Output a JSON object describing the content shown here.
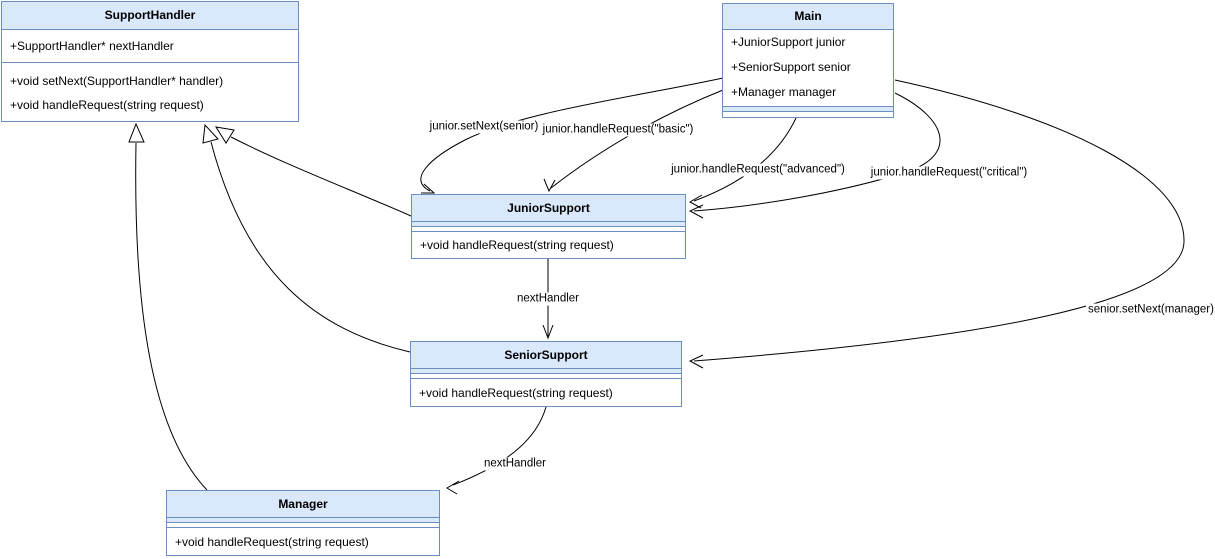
{
  "diagram": {
    "classes": {
      "supportHandler": {
        "title": "SupportHandler",
        "attributes": [
          "+SupportHandler* nextHandler"
        ],
        "methods": [
          "+void setNext(SupportHandler* handler)",
          "+void handleRequest(string request)"
        ]
      },
      "main": {
        "title": "Main",
        "attributes": [
          "+JuniorSupport junior",
          "+SeniorSupport senior",
          "+Manager manager"
        ],
        "methods": []
      },
      "juniorSupport": {
        "title": "JuniorSupport",
        "attributes": [],
        "methods": [
          "+void handleRequest(string request)"
        ]
      },
      "seniorSupport": {
        "title": "SeniorSupport",
        "attributes": [],
        "methods": [
          "+void handleRequest(string request)"
        ]
      },
      "manager": {
        "title": "Manager",
        "attributes": [],
        "methods": [
          "+void handleRequest(string request)"
        ]
      }
    },
    "edge_labels": {
      "junior_setnext": "junior.setNext(senior)",
      "junior_basic": "junior.handleRequest(\"basic\")",
      "junior_advanced": "junior.handleRequest(\"advanced\")",
      "junior_critical": "junior.handleRequest(\"critical\")",
      "senior_setnext": "senior.setNext(manager)",
      "next_handler_top": "nextHandler",
      "next_handler_bottom": "nextHandler"
    },
    "colors": {
      "header_fill": "#dae8fc",
      "border": "#6c8ebf",
      "line": "#000000",
      "body_fill": "#ffffff"
    }
  }
}
